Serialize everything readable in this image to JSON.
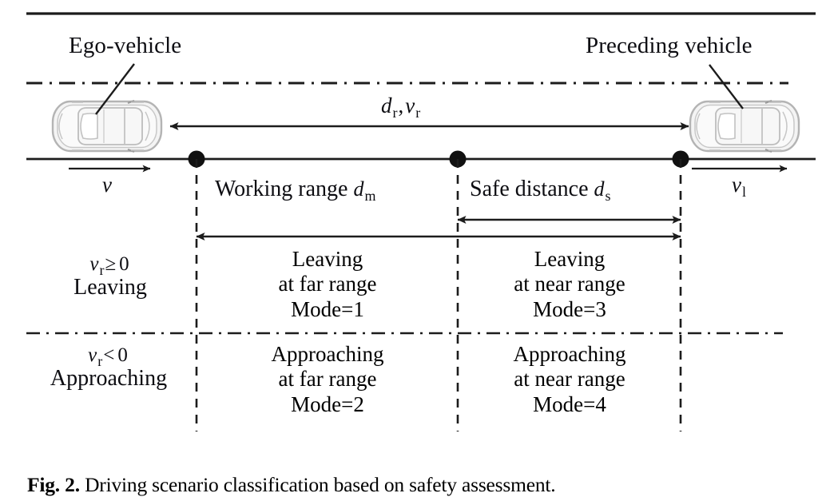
{
  "figure": {
    "caption_prefix": "Fig. 2.",
    "caption_text": "Driving scenario classification based on safety assessment."
  },
  "scene": {
    "ego_vehicle_label": "Ego-vehicle",
    "preceding_vehicle_label": "Preceding vehicle",
    "relative_measure_label": "dᵣ , vᵣ",
    "relative_distance_symbol": "d",
    "relative_distance_subscript": "r",
    "relative_velocity_symbol": "v",
    "relative_velocity_subscript": "r",
    "ego_velocity_symbol": "v",
    "lead_velocity_symbol": "v",
    "lead_velocity_subscript": "l"
  },
  "ranges": {
    "working_range_label": "Working range",
    "working_range_symbol": "d",
    "working_range_subscript": "m",
    "safe_distance_label": "Safe distance",
    "safe_distance_symbol": "d",
    "safe_distance_subscript": "s"
  },
  "conditions": [
    {
      "expression_symbol": "v",
      "expression_subscript": "r",
      "expression_operator": "≥",
      "expression_value": "0",
      "name": "Leaving"
    },
    {
      "expression_symbol": "v",
      "expression_subscript": "r",
      "expression_operator": "<",
      "expression_value": "0",
      "name": "Approaching"
    }
  ],
  "modes": [
    {
      "line1": "Leaving",
      "line2": "at far range",
      "line3": "Mode=1",
      "mode": 1,
      "condition": "Leaving",
      "range": "far"
    },
    {
      "line1": "Leaving",
      "line2": "at near range",
      "line3": "Mode=3",
      "mode": 3,
      "condition": "Leaving",
      "range": "near"
    },
    {
      "line1": "Approaching",
      "line2": "at far range",
      "line3": "Mode=2",
      "mode": 2,
      "condition": "Approaching",
      "range": "far"
    },
    {
      "line1": "Approaching",
      "line2": "at near range",
      "line3": "Mode=4",
      "mode": 4,
      "condition": "Approaching",
      "range": "near"
    }
  ],
  "colors": {
    "line": "#1c1c1c",
    "text": "#0d0d12",
    "vehicle_fill": "#f2f2f2",
    "vehicle_stroke": "#a9a9a9",
    "background": "#ffffff"
  }
}
